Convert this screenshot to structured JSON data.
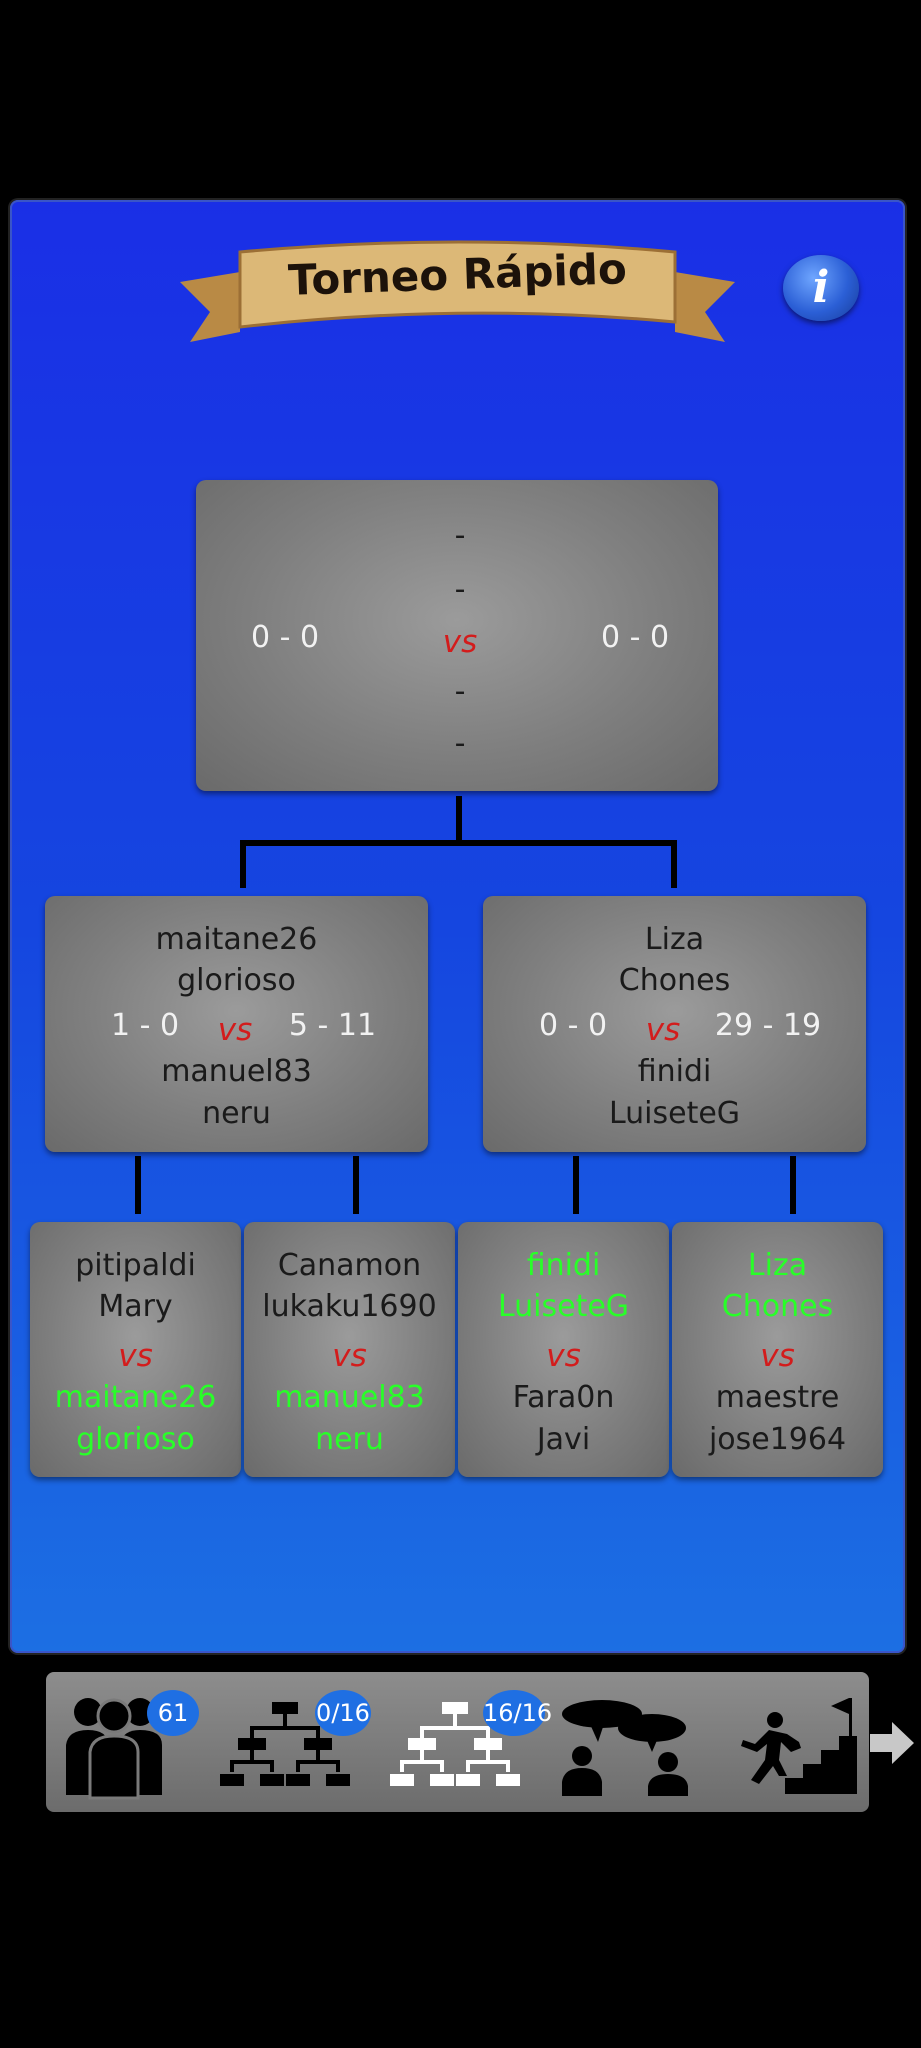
{
  "header": {
    "title": "Torneo Rápido"
  },
  "final": {
    "top1": "-",
    "top2": "-",
    "score_left": "0 - 0",
    "vs": "vs",
    "score_right": "0 - 0",
    "bottom1": "-",
    "bottom2": "-"
  },
  "semi_left": {
    "p1": "maitane26",
    "p2": "glorioso",
    "score_left": "1 - 0",
    "vs": "vs",
    "score_right": "5 - 11",
    "p3": "manuel83",
    "p4": "neru"
  },
  "semi_right": {
    "p1": "Liza",
    "p2": "Chones",
    "score_left": "0 - 0",
    "vs": "vs",
    "score_right": "29 - 19",
    "p3": "finidi",
    "p4": "LuiseteG"
  },
  "quarters": [
    {
      "top1": "pitipaldi",
      "top2": "Mary",
      "vs": "vs",
      "bottom1": "maitane26",
      "bottom2": "glorioso"
    },
    {
      "top1": "Canamon",
      "top2": "lukaku1690",
      "vs": "vs",
      "bottom1": "manuel83",
      "bottom2": "neru"
    },
    {
      "top1": "finidi",
      "top2": "LuiseteG",
      "vs": "vs",
      "bottom1": "Fara0n",
      "bottom2": "Javi"
    },
    {
      "top1": "Liza",
      "top2": "Chones",
      "vs": "vs",
      "bottom1": "maestre",
      "bottom2": "jose1964"
    }
  ],
  "toolbar": {
    "players_count": "61",
    "bracket1_count": "0/16",
    "bracket2_count": "16/16",
    "icons": [
      "players-icon",
      "bracket-icon",
      "bracket-white-icon",
      "chat-icon",
      "climb-stairs-icon",
      "next-arrow-icon"
    ]
  },
  "colors": {
    "winner": "#28ff28",
    "vs": "#d31c1c",
    "panel": "#1546e0",
    "badge": "#1f6fe3"
  }
}
